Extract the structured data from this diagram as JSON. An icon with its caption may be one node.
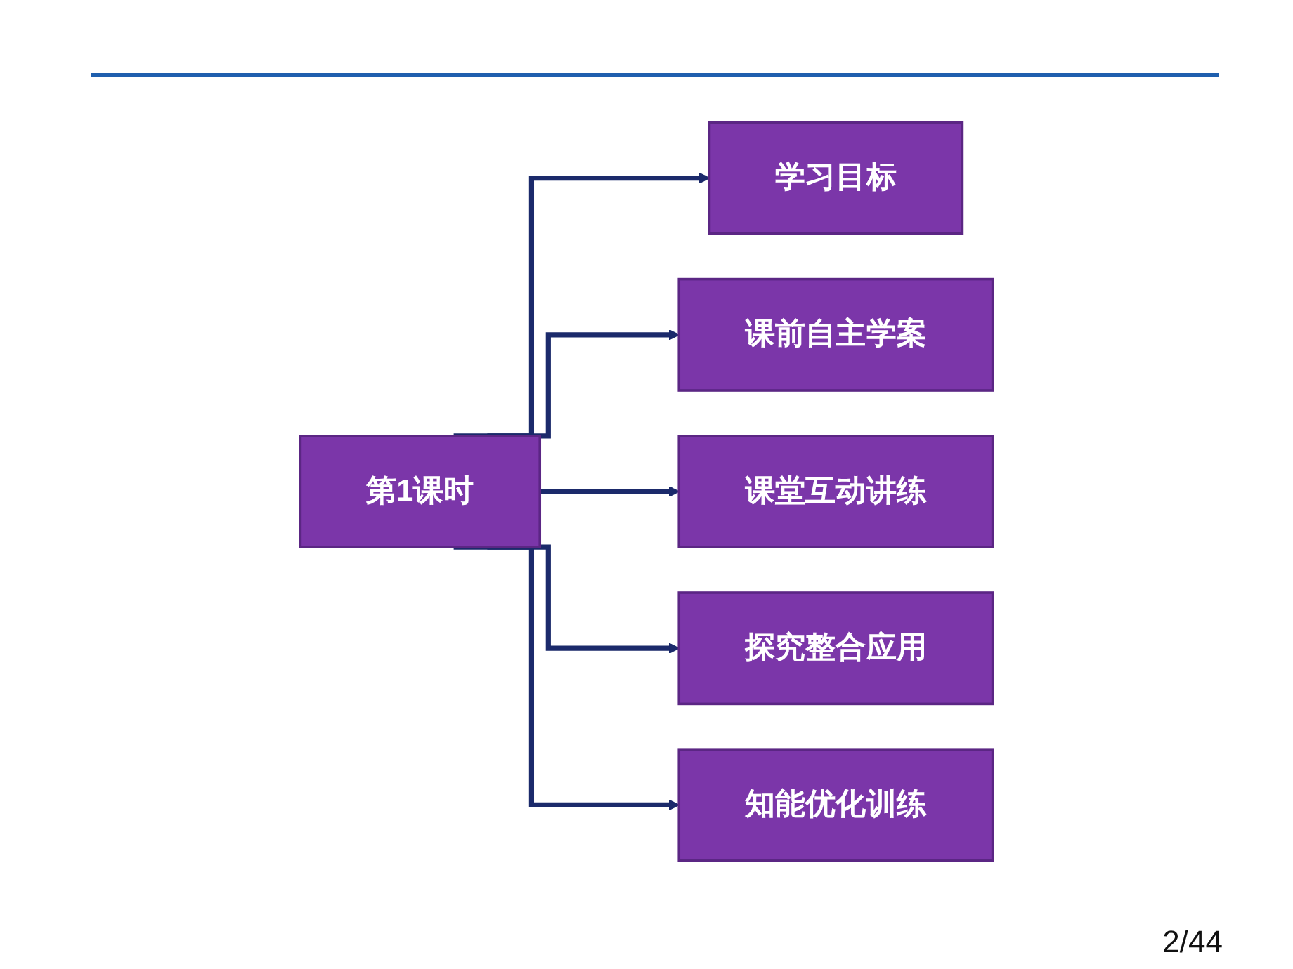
{
  "diagram": {
    "nodes": [
      {
        "text": [
          "第1课时"
        ]
      },
      {
        "text": [
          "学习目标"
        ]
      },
      {
        "text": [
          "课前自主学案"
        ]
      },
      {
        "text": [
          "课堂互动讲练"
        ]
      },
      {
        "text": [
          "探究整合应用"
        ]
      },
      {
        "text": [
          "知能优化训练"
        ]
      }
    ],
    "edges": [
      {
        "from": 0,
        "to": 1,
        "arrow": "to"
      },
      {
        "from": 0,
        "to": 2,
        "arrow": "to"
      },
      {
        "from": 0,
        "to": 3,
        "arrow": "to"
      },
      {
        "from": 0,
        "to": 4,
        "arrow": "to"
      },
      {
        "from": 0,
        "to": 5,
        "arrow": "to"
      }
    ],
    "labels": [
      "2/44"
    ]
  }
}
